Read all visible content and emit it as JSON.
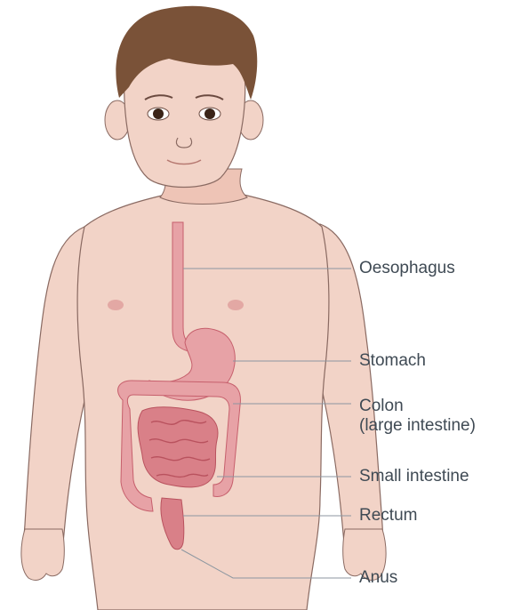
{
  "labels": {
    "oesophagus": "Oesophagus",
    "stomach": "Stomach",
    "colon_line1": "Colon",
    "colon_line2": "(large intestine)",
    "small_intestine": "Small intestine",
    "rectum": "Rectum",
    "anus": "Anus"
  },
  "colors": {
    "skin": "#f2d3c7",
    "skin_outline": "#8a6a62",
    "hair": "#7a5238",
    "organ": "#e7a2a6",
    "organ_dark": "#c65f6c",
    "leader_line": "#8c96a0",
    "label_text": "#3f4a54"
  }
}
